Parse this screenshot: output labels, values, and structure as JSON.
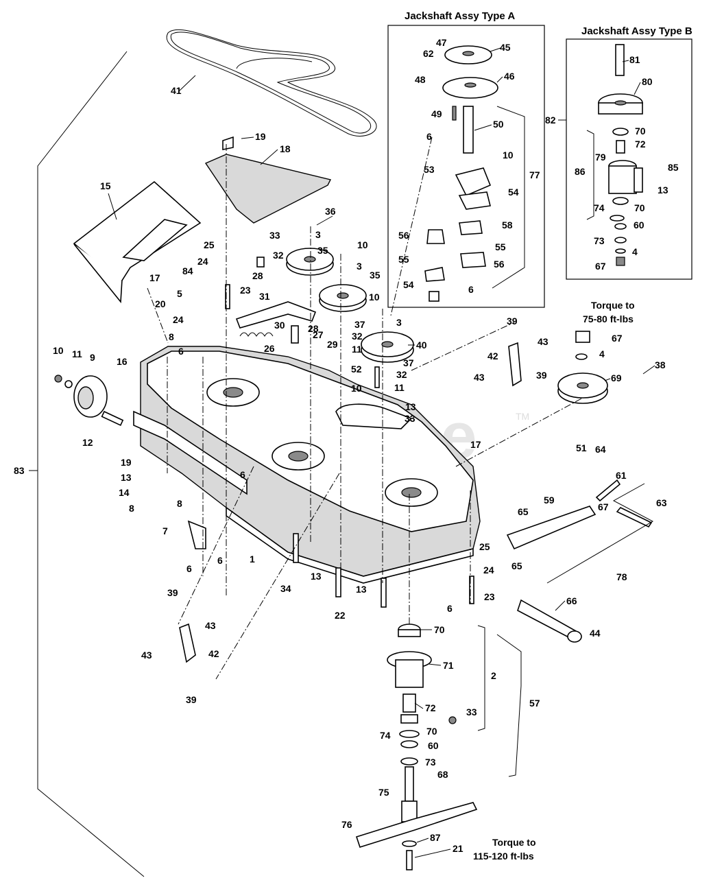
{
  "watermark": {
    "text": "PartsTree",
    "trademark": "TM"
  },
  "boxes": {
    "type_a": {
      "title": "Jackshaft Assy Type A"
    },
    "type_b": {
      "title": "Jackshaft Assy Type B"
    }
  },
  "notes": {
    "torque_pulley_line1": "Torque to",
    "torque_pulley_line2": "75-80 ft-lbs",
    "torque_blade_line1": "Torque to",
    "torque_blade_line2": "115-120 ft-lbs"
  },
  "callouts": [
    "41",
    "19",
    "18",
    "15",
    "17",
    "25",
    "24",
    "84",
    "5",
    "20",
    "24",
    "8",
    "6",
    "23",
    "33",
    "32",
    "28",
    "31",
    "36",
    "3",
    "35",
    "10",
    "3",
    "35",
    "10",
    "3",
    "30",
    "26",
    "28",
    "27",
    "37",
    "32",
    "29",
    "11",
    "40",
    "52",
    "37",
    "32",
    "10",
    "11",
    "13",
    "33",
    "10",
    "11",
    "9",
    "16",
    "12",
    "19",
    "13",
    "14",
    "6",
    "8",
    "8",
    "7",
    "6",
    "6",
    "1",
    "34",
    "13",
    "13",
    "22",
    "25",
    "24",
    "23",
    "6",
    "39",
    "43",
    "42",
    "43",
    "39",
    "39",
    "43",
    "42",
    "43",
    "39",
    "67",
    "4",
    "69",
    "38",
    "17",
    "51",
    "64",
    "61",
    "63",
    "67",
    "59",
    "65",
    "65",
    "78",
    "66",
    "44",
    "70",
    "71",
    "2",
    "72",
    "33",
    "57",
    "70",
    "74",
    "60",
    "73",
    "68",
    "75",
    "76",
    "87",
    "21",
    "83",
    "47",
    "45",
    "62",
    "48",
    "46",
    "49",
    "50",
    "6",
    "10",
    "77",
    "53",
    "54",
    "58",
    "56",
    "55",
    "55",
    "56",
    "54",
    "6",
    "81",
    "80",
    "82",
    "70",
    "72",
    "79",
    "85",
    "86",
    "13",
    "70",
    "74",
    "60",
    "73",
    "4",
    "67"
  ]
}
